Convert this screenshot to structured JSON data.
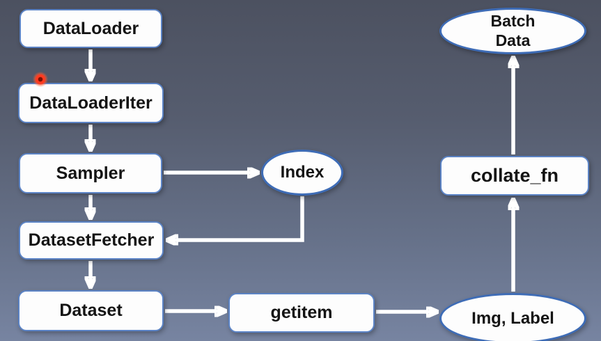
{
  "diagram": {
    "description": "PyTorch DataLoader pipeline flow diagram",
    "nodes": {
      "dataloader": {
        "label": "DataLoader",
        "shape": "box"
      },
      "dataloaderiter": {
        "label": "DataLoaderIter",
        "shape": "box"
      },
      "sampler": {
        "label": "Sampler",
        "shape": "box"
      },
      "datasetfetcher": {
        "label": "DatasetFetcher",
        "shape": "box"
      },
      "dataset": {
        "label": "Dataset",
        "shape": "box"
      },
      "getitem": {
        "label": "getitem",
        "shape": "box"
      },
      "collate_fn": {
        "label": "collate_fn",
        "shape": "box"
      },
      "index": {
        "label": "Index",
        "shape": "ellipse"
      },
      "img_label": {
        "label": "Img, Label",
        "shape": "ellipse"
      },
      "batch_data": {
        "label": "Batch Data",
        "line1": "Batch",
        "line2": "Data",
        "shape": "ellipse"
      }
    },
    "edges": [
      {
        "from": "DataLoader",
        "to": "DataLoaderIter"
      },
      {
        "from": "DataLoaderIter",
        "to": "Sampler"
      },
      {
        "from": "Sampler",
        "to": "DatasetFetcher"
      },
      {
        "from": "Sampler",
        "to": "Index"
      },
      {
        "from": "Index",
        "to": "DatasetFetcher"
      },
      {
        "from": "DatasetFetcher",
        "to": "Dataset"
      },
      {
        "from": "Dataset",
        "to": "getitem"
      },
      {
        "from": "getitem",
        "to": "Img, Label"
      },
      {
        "from": "Img, Label",
        "to": "collate_fn"
      },
      {
        "from": "collate_fn",
        "to": "Batch Data"
      }
    ],
    "colors": {
      "background_top": "#4c5160",
      "background_bottom": "#7784a1",
      "box_fill": "#fdfdfd",
      "box_border": "#5b83c5",
      "ellipse_border": "#3e6cb6",
      "arrow": "#ffffff",
      "text": "#141414",
      "laser_pointer": "#ff3b20"
    }
  }
}
